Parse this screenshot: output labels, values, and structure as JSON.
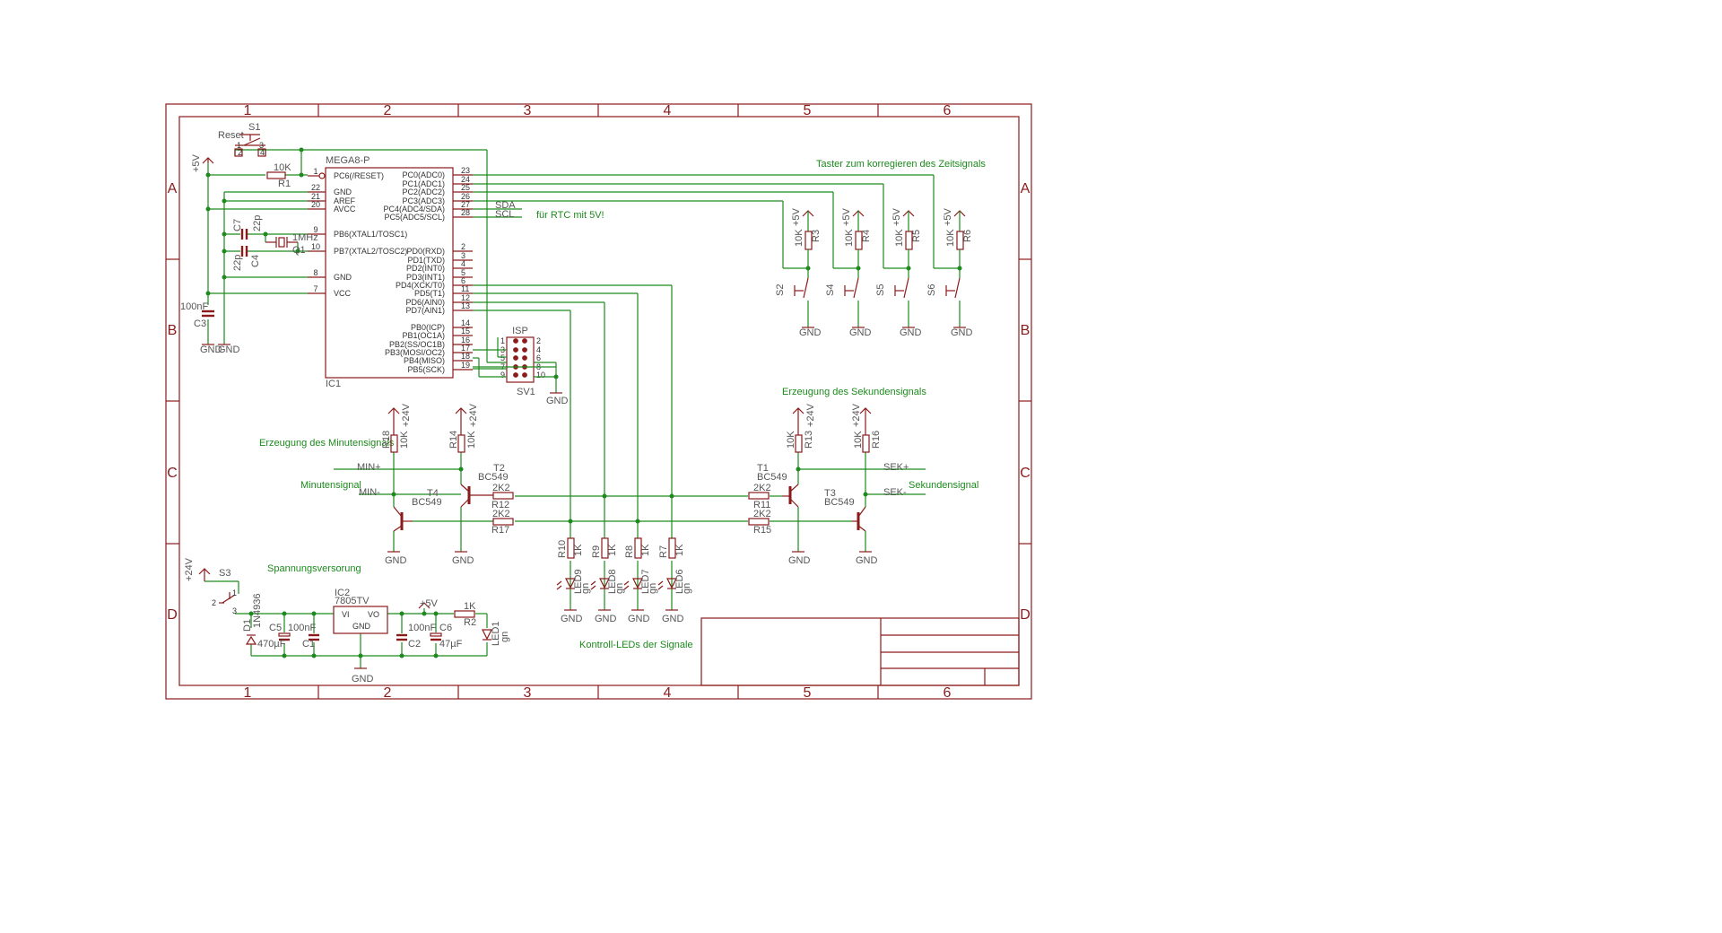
{
  "grid": {
    "columns": [
      "1",
      "2",
      "3",
      "4",
      "5",
      "6"
    ],
    "rows": [
      "A",
      "B",
      "C",
      "D"
    ]
  },
  "notes": {
    "taster": "Taster zum korregieren des Zeitsignals",
    "rtc": "für RTC mit 5V!",
    "minute_gen": "Erzeugung des Minutensignals",
    "minute_sig": "Minutensignal",
    "second_gen": "Erzeugung des Sekundensignals",
    "second_sig": "Sekundensignal",
    "power": "Spannungsversorung",
    "leds": "Kontroll-LEDs der Signale"
  },
  "mcu": {
    "name": "MEGA8-P",
    "ref": "IC1",
    "left_pins": [
      {
        "num": "1",
        "label": "PC6(/RESET)"
      },
      {
        "num": "22",
        "label": "GND"
      },
      {
        "num": "21",
        "label": "AREF"
      },
      {
        "num": "20",
        "label": "AVCC"
      },
      {
        "num": "9",
        "label": "PB6(XTAL1/TOSC1)"
      },
      {
        "num": "10",
        "label": "PB7(XTAL2/TOSC2)"
      },
      {
        "num": "8",
        "label": "GND"
      },
      {
        "num": "7",
        "label": "VCC"
      }
    ],
    "right_pins": [
      {
        "num": "23",
        "label": "PC0(ADC0)"
      },
      {
        "num": "24",
        "label": "PC1(ADC1)"
      },
      {
        "num": "25",
        "label": "PC2(ADC2)"
      },
      {
        "num": "26",
        "label": "PC3(ADC3)"
      },
      {
        "num": "27",
        "label": "PC4(ADC4/SDA)"
      },
      {
        "num": "28",
        "label": "PC5(ADC5/SCL)"
      },
      {
        "num": "2",
        "label": "PD0(RXD)"
      },
      {
        "num": "3",
        "label": "PD1(TXD)"
      },
      {
        "num": "4",
        "label": "PD2(INT0)"
      },
      {
        "num": "5",
        "label": "PD3(INT1)"
      },
      {
        "num": "6",
        "label": "PD4(XCK/T0)"
      },
      {
        "num": "11",
        "label": "PD5(T1)"
      },
      {
        "num": "12",
        "label": "PD6(AIN0)"
      },
      {
        "num": "13",
        "label": "PD7(AIN1)"
      },
      {
        "num": "14",
        "label": "PB0(ICP)"
      },
      {
        "num": "15",
        "label": "PB1(OC1A)"
      },
      {
        "num": "16",
        "label": "PB2(SS/OC1B)"
      },
      {
        "num": "17",
        "label": "PB3(MOSI/OC2)"
      },
      {
        "num": "18",
        "label": "PB4(MISO)"
      },
      {
        "num": "19",
        "label": "PB5(SCK)"
      }
    ]
  },
  "isp": {
    "name": "ISP",
    "ref": "SV1",
    "pins_left": [
      "1",
      "3",
      "5",
      "7",
      "9"
    ],
    "pins_right": [
      "2",
      "4",
      "6",
      "8",
      "10"
    ]
  },
  "labels": {
    "sda": "SDA",
    "scl": "SCL",
    "reset": "Reset",
    "s1": "S1",
    "r1": "R1",
    "r1v": "10K",
    "c7": "C7",
    "c7v": "22p",
    "c4": "C4",
    "c4v": "22p",
    "q": "Q1",
    "qv": "1MHz",
    "c3": "C3",
    "c3v": "100nF",
    "gnd": "GND",
    "p5v": "+5V",
    "p24v": "+24V",
    "min_plus": "MIN+",
    "min_minus": "MIN-",
    "sek_plus": "SEK+",
    "sek_minus": "SEK-",
    "bc549": "BC549",
    "v10k": "10K",
    "v2k2": "2K2",
    "v1k": "1K",
    "gn": "gn",
    "ic2": "IC2",
    "ic2v": "7805TV",
    "vi": "VI",
    "vo": "VO",
    "d1": "D1",
    "d1v": "1N4936",
    "s3": "S3",
    "c5": "C5",
    "c5v": "470µF",
    "c1": "C1",
    "c1v": "100nF",
    "c2": "C2",
    "c2v": "100nF",
    "c6": "C6",
    "c6v": "47µF",
    "r2": "R2",
    "r2v": "1K",
    "led1": "LED1"
  },
  "buttons": [
    {
      "ref": "S2",
      "r": "R3"
    },
    {
      "ref": "S4",
      "r": "R4"
    },
    {
      "ref": "S5",
      "r": "R5"
    },
    {
      "ref": "S6",
      "r": "R6"
    }
  ],
  "transistors": {
    "t1": "T1",
    "t2": "T2",
    "t3": "T3",
    "t4": "T4"
  },
  "resistors": {
    "r18": "R18",
    "r14": "R14",
    "r13": "R13",
    "r16": "R16",
    "r12": "R12",
    "r17": "R17",
    "r11": "R11",
    "r15": "R15"
  },
  "led_branches": [
    {
      "r": "R10",
      "led": "LED9"
    },
    {
      "r": "R9",
      "led": "LED8"
    },
    {
      "r": "R8",
      "led": "LED7"
    },
    {
      "r": "R7",
      "led": "LED6"
    }
  ]
}
